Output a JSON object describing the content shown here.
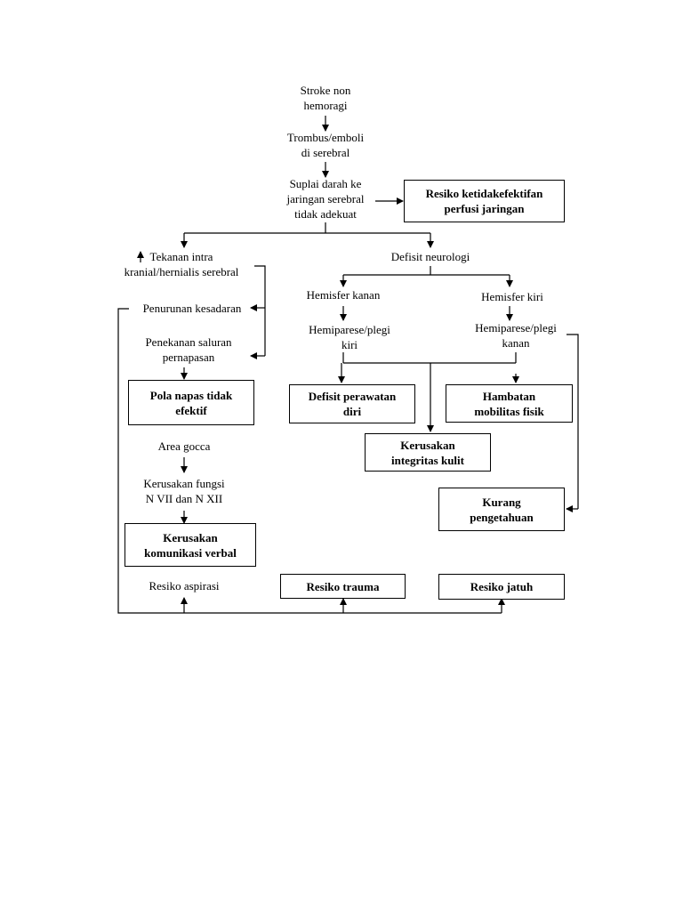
{
  "nodes": {
    "stroke": "Stroke non\nhemoragi",
    "trombus": "Trombus/emboli\ndi serebral",
    "suplai": "Suplai darah ke\njaringan serebral\ntidak adekuat",
    "tekanan": "Tekanan intra\nkranial/hernialis serebral",
    "defisit_neuro": "Defisit neurologi",
    "hemisfer_kanan": "Hemisfer kanan",
    "hemisfer_kiri": "Hemisfer kiri",
    "penurunan": "Penurunan kesadaran",
    "hemiparese_kiri": "Hemiparese/plegi\nkiri",
    "hemiparese_kanan": "Hemiparese/plegi\nkanan",
    "penekanan": "Penekanan saluran\npernapasan",
    "area_gocca": "Area gocca",
    "kerusakan_fungsi": "Kerusakan fungsi\nN VII dan N XII",
    "resiko_aspirasi": "Resiko aspirasi"
  },
  "boxes": {
    "resiko_perfusi": "Resiko ketidakefektifan\nperfusi jaringan",
    "pola_napas": "Pola napas tidak\nefektif",
    "defisit_perawatan": "Defisit perawatan\ndiri",
    "hambatan": "Hambatan\nmobilitas fisik",
    "kerusakan_integritas": "Kerusakan\nintegritas kulit",
    "kurang_pengetahuan": "Kurang\npengetahuan",
    "kerusakan_komunikasi": "Kerusakan\nkomunikasi verbal",
    "resiko_trauma": "Resiko trauma",
    "resiko_jatuh": "Resiko jatuh"
  }
}
